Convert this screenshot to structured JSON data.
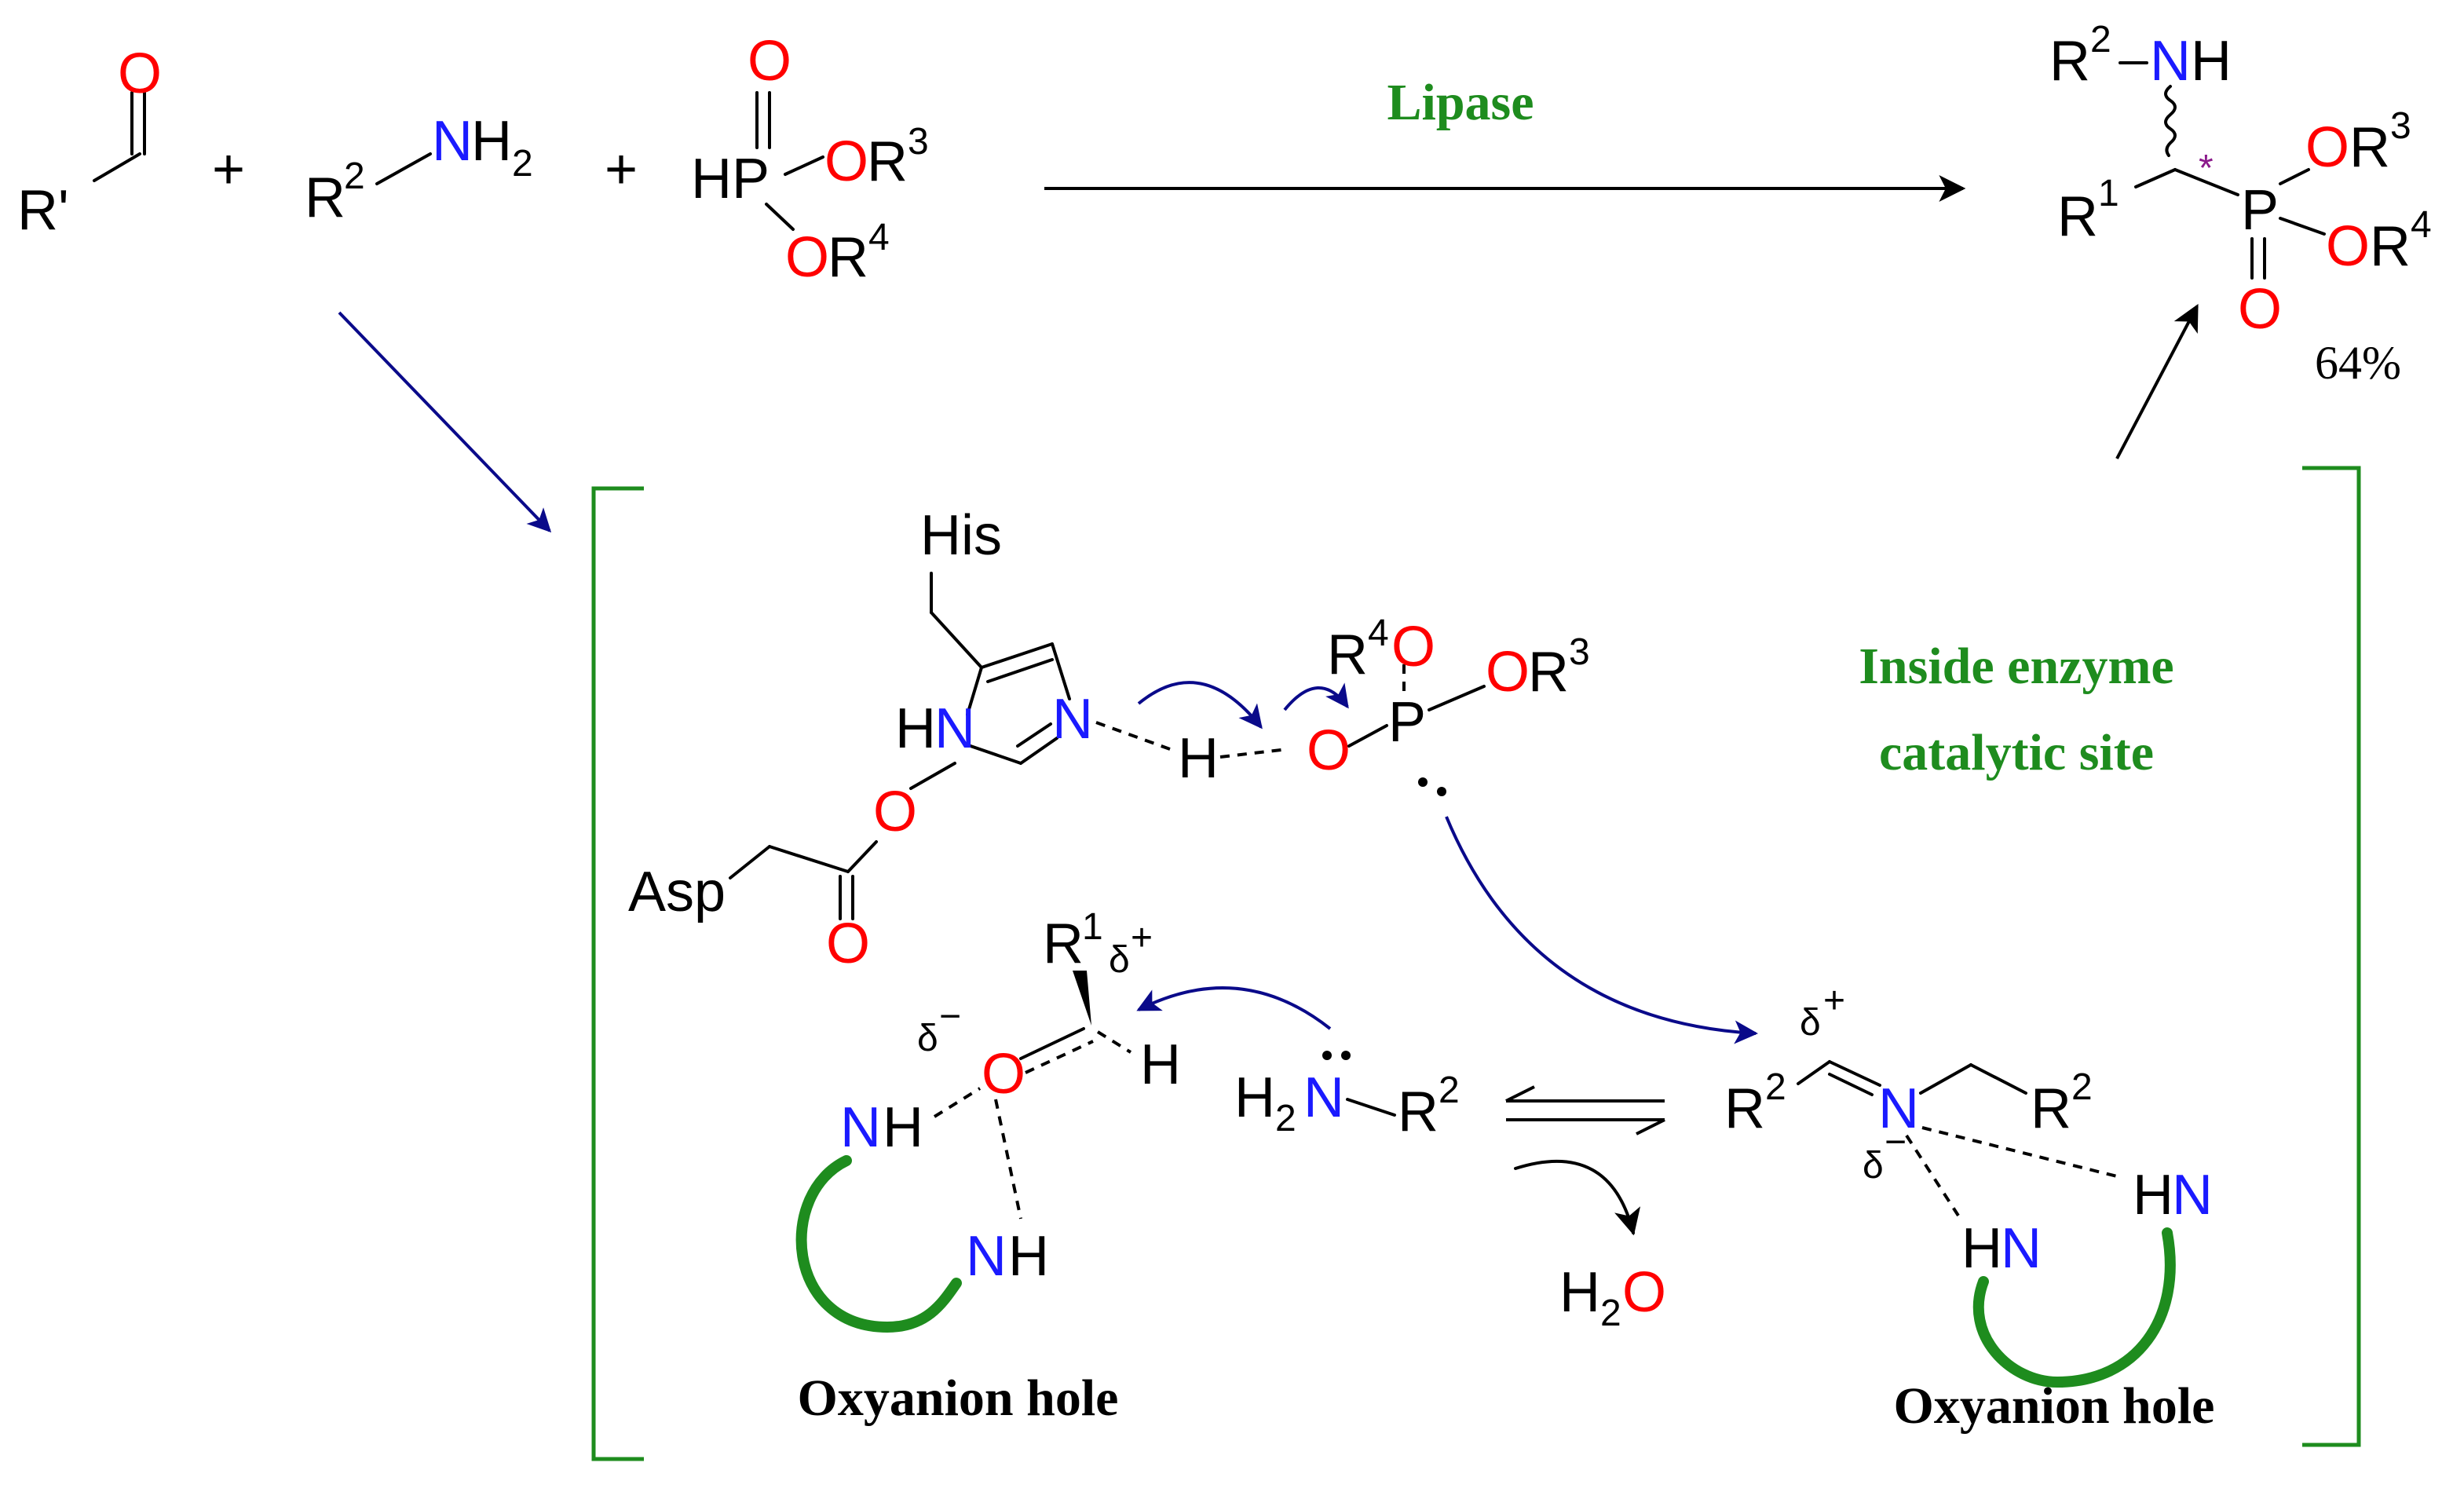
{
  "reagents": {
    "aldehyde": {
      "r": "R'",
      "o": "O"
    },
    "plus1": "+",
    "amine": {
      "r": "R",
      "sup": "2",
      "n": "N",
      "h": "H",
      "sub": "2"
    },
    "plus2": "+",
    "phosphite": {
      "o_top": "O",
      "hp": "HP",
      "o1": "O",
      "r1": "R",
      "sup1": "3",
      "o2": "O",
      "r2": "R",
      "sup2": "4"
    }
  },
  "arrow_label": "Lipase",
  "product": {
    "r2": "R",
    "r2sup": "2",
    "n": "N",
    "h": "H",
    "star": "*",
    "r1": "R",
    "r1sup": "1",
    "p": "P",
    "o3": "O",
    "r3": "R",
    "r3sup": "3",
    "o4": "O",
    "r4": "R",
    "r4sup": "4",
    "o_bottom": "O",
    "yield": "64%"
  },
  "site_label": {
    "line1": "Inside enzyme",
    "line2": "catalytic site"
  },
  "mechanism": {
    "his": "His",
    "asp": "Asp",
    "hn": {
      "h": "H",
      "n": "N"
    },
    "n_imid": "N",
    "o_link": "O",
    "o_carb": "O",
    "h_bridge": "H",
    "p_o": "O",
    "p": "P",
    "r4": "R",
    "r4sup": "4",
    "r4o": "O",
    "or3_o": "O",
    "or3_r": "R",
    "or3_sup": "3",
    "r1": "R",
    "r1sup": "1",
    "delta_plus": "δ",
    "plus_sign": "+",
    "delta_minus": "δ",
    "minus_sign": "−",
    "o_aldehyde": "O",
    "h_aldehyde": "H",
    "nh_top": {
      "n": "N",
      "h": "H"
    },
    "nh_bot": {
      "n": "N",
      "h": "H"
    },
    "amine": {
      "h": "H",
      "sub": "2",
      "n": "N",
      "r": "R",
      "sup": "2"
    },
    "water": {
      "h": "H",
      "sub": "2",
      "o": "O"
    },
    "imine": {
      "r": "R",
      "sup": "2",
      "n": "N",
      "r2": "R",
      "sup2": "2"
    },
    "hn_right": {
      "h": "H",
      "n": "N"
    },
    "hn_left": {
      "h": "H",
      "n": "N"
    },
    "oxyanion_left": "Oxyanion hole",
    "oxyanion_right": "Oxyanion hole"
  },
  "colors": {
    "oxygen": "#ff0000",
    "nitrogen": "#1a1aff",
    "enzyme": "#1e8c1e",
    "mechanism_arrow": "#0a0a8a"
  }
}
